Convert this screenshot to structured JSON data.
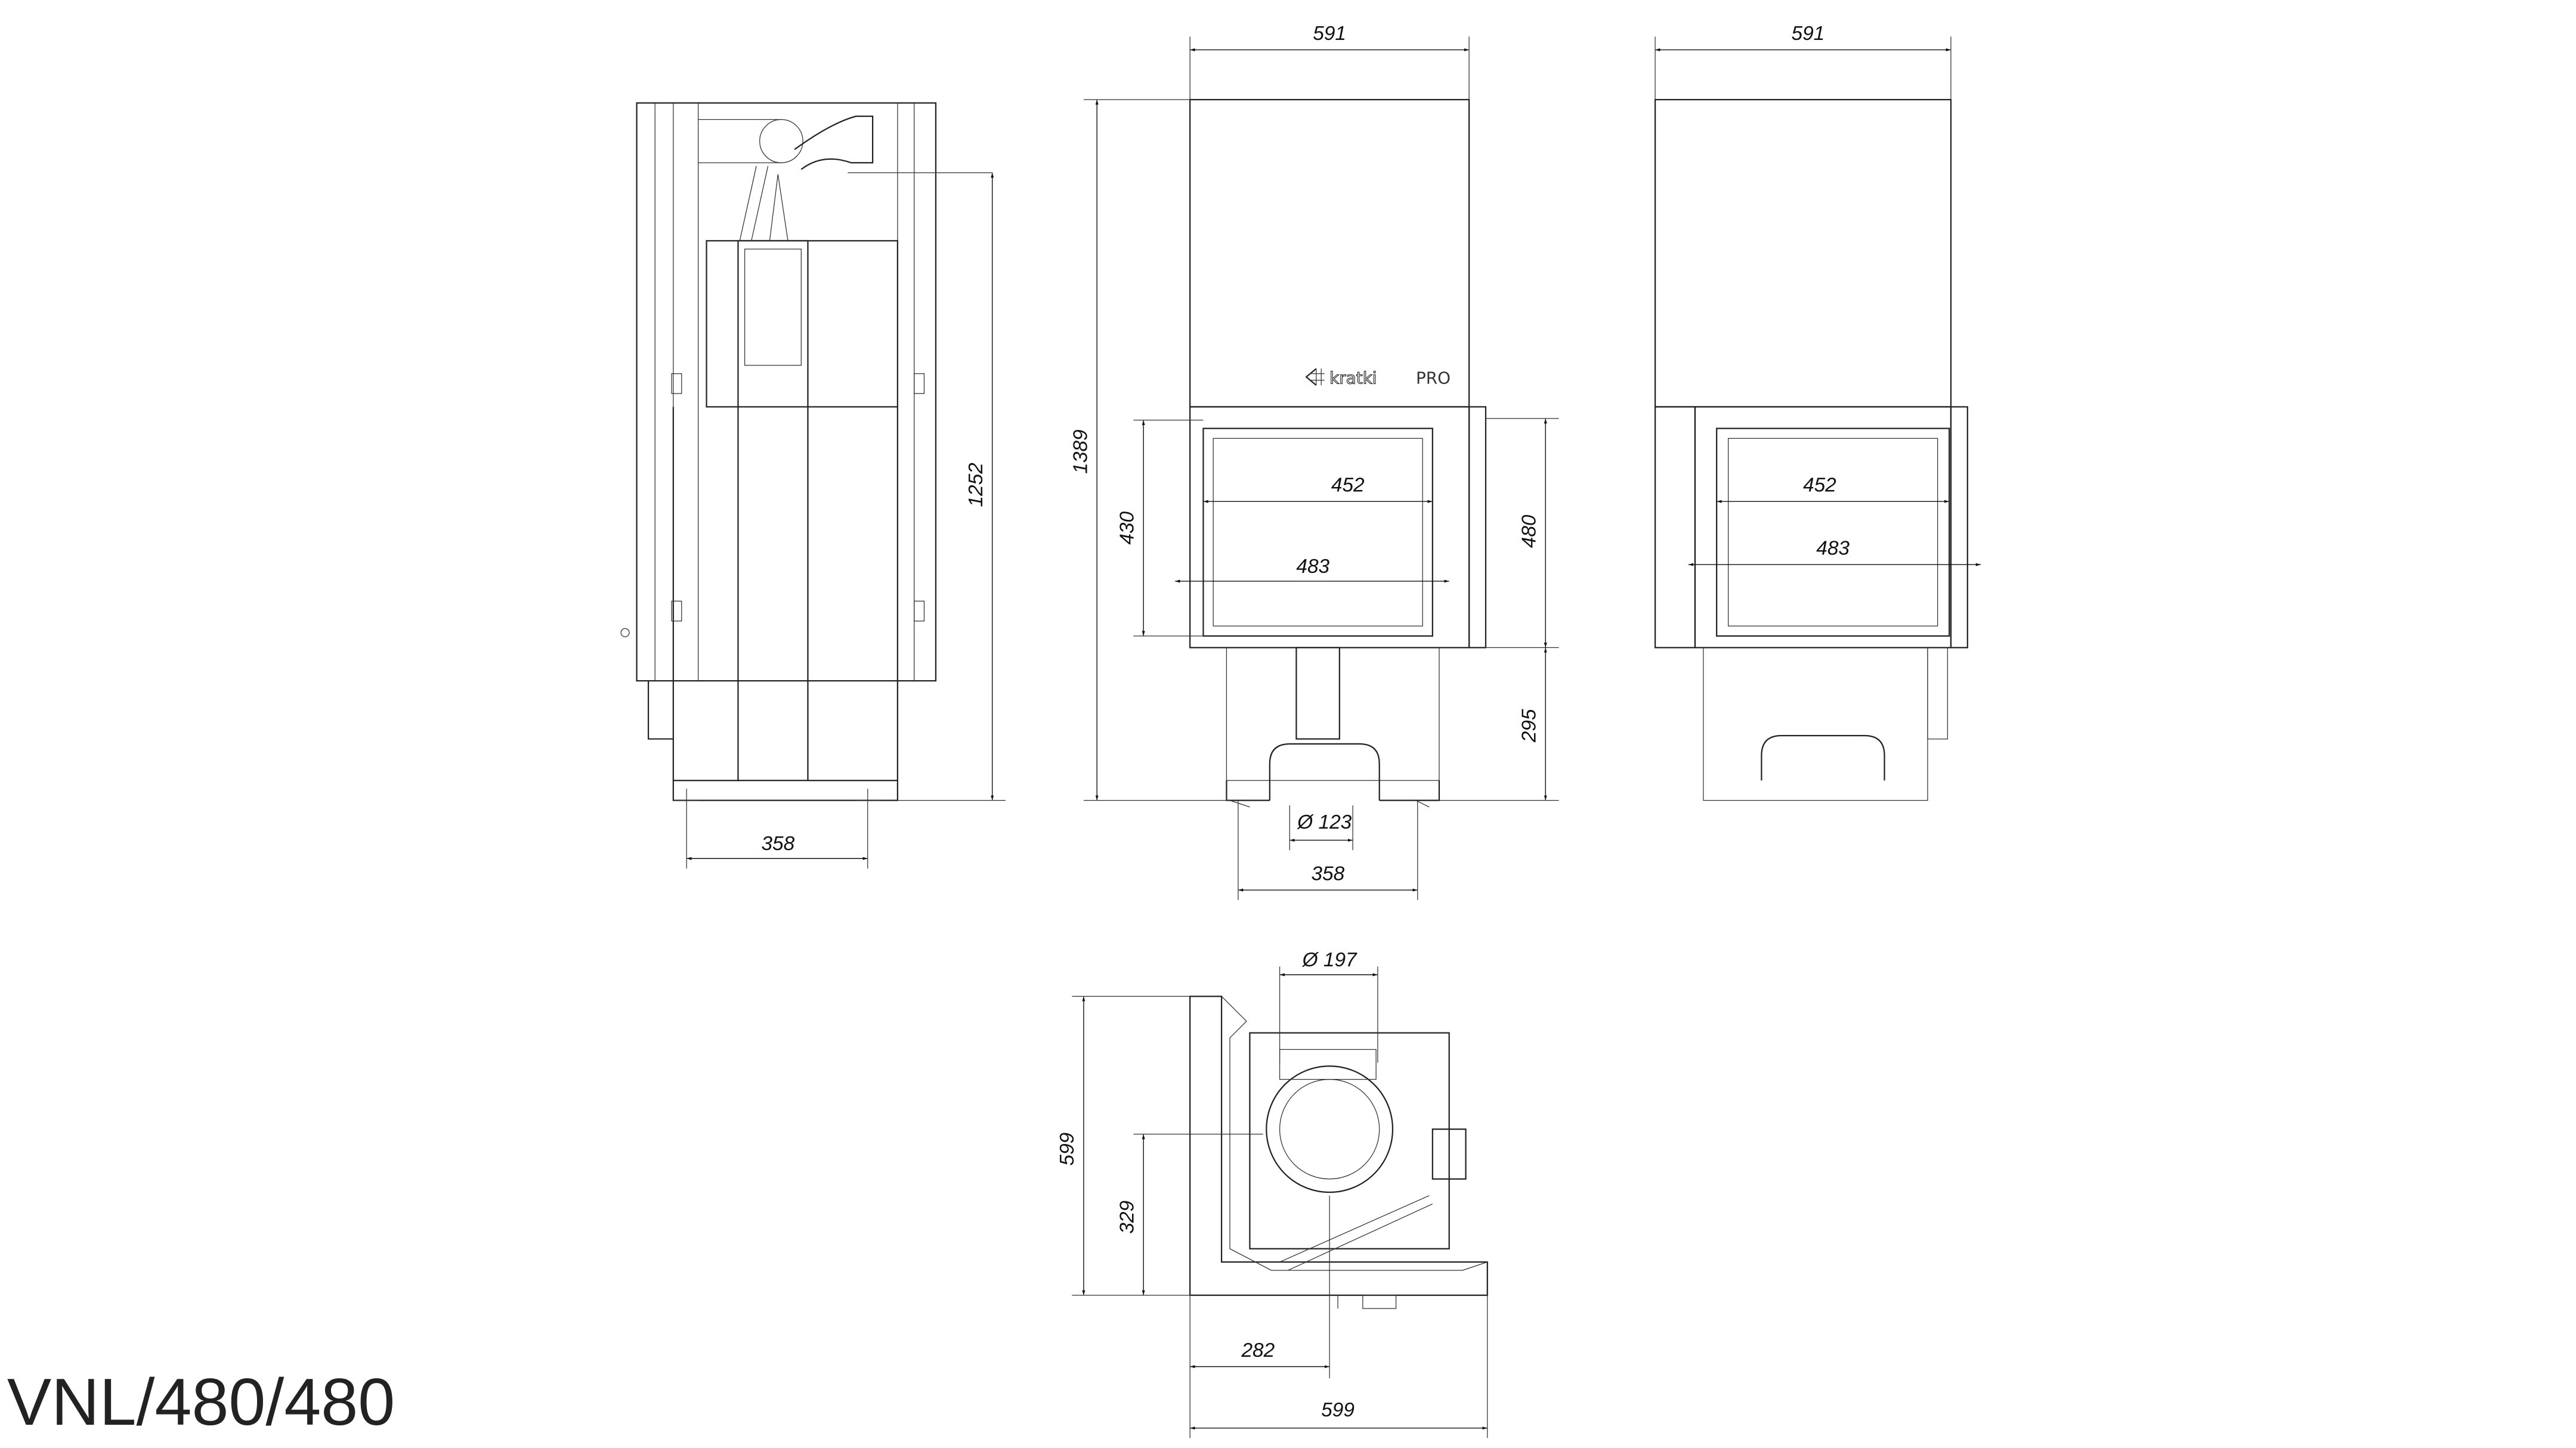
{
  "title": "VNL/480/480",
  "logo": {
    "brand": "kratki",
    "suffix": "PRO"
  },
  "side_view": {
    "height_dim": "1252",
    "leg_spacing_dim": "358"
  },
  "front_view": {
    "width_dim": "591",
    "total_height_dim": "1389",
    "glass_height_dim": "430",
    "glass_width_dim": "452",
    "door_width_dim": "483",
    "door_height_dim": "480",
    "base_height_dim": "295",
    "air_inlet_dim": "Ø 123",
    "leg_spacing_dim": "358"
  },
  "right_view": {
    "width_dim": "591",
    "glass_width_dim": "452",
    "door_width_dim": "483"
  },
  "top_view": {
    "flue_dim": "Ø 197",
    "depth_dim": "599",
    "flue_offset_y_dim": "329",
    "flue_offset_x_dim": "282",
    "width_dim": "599"
  }
}
